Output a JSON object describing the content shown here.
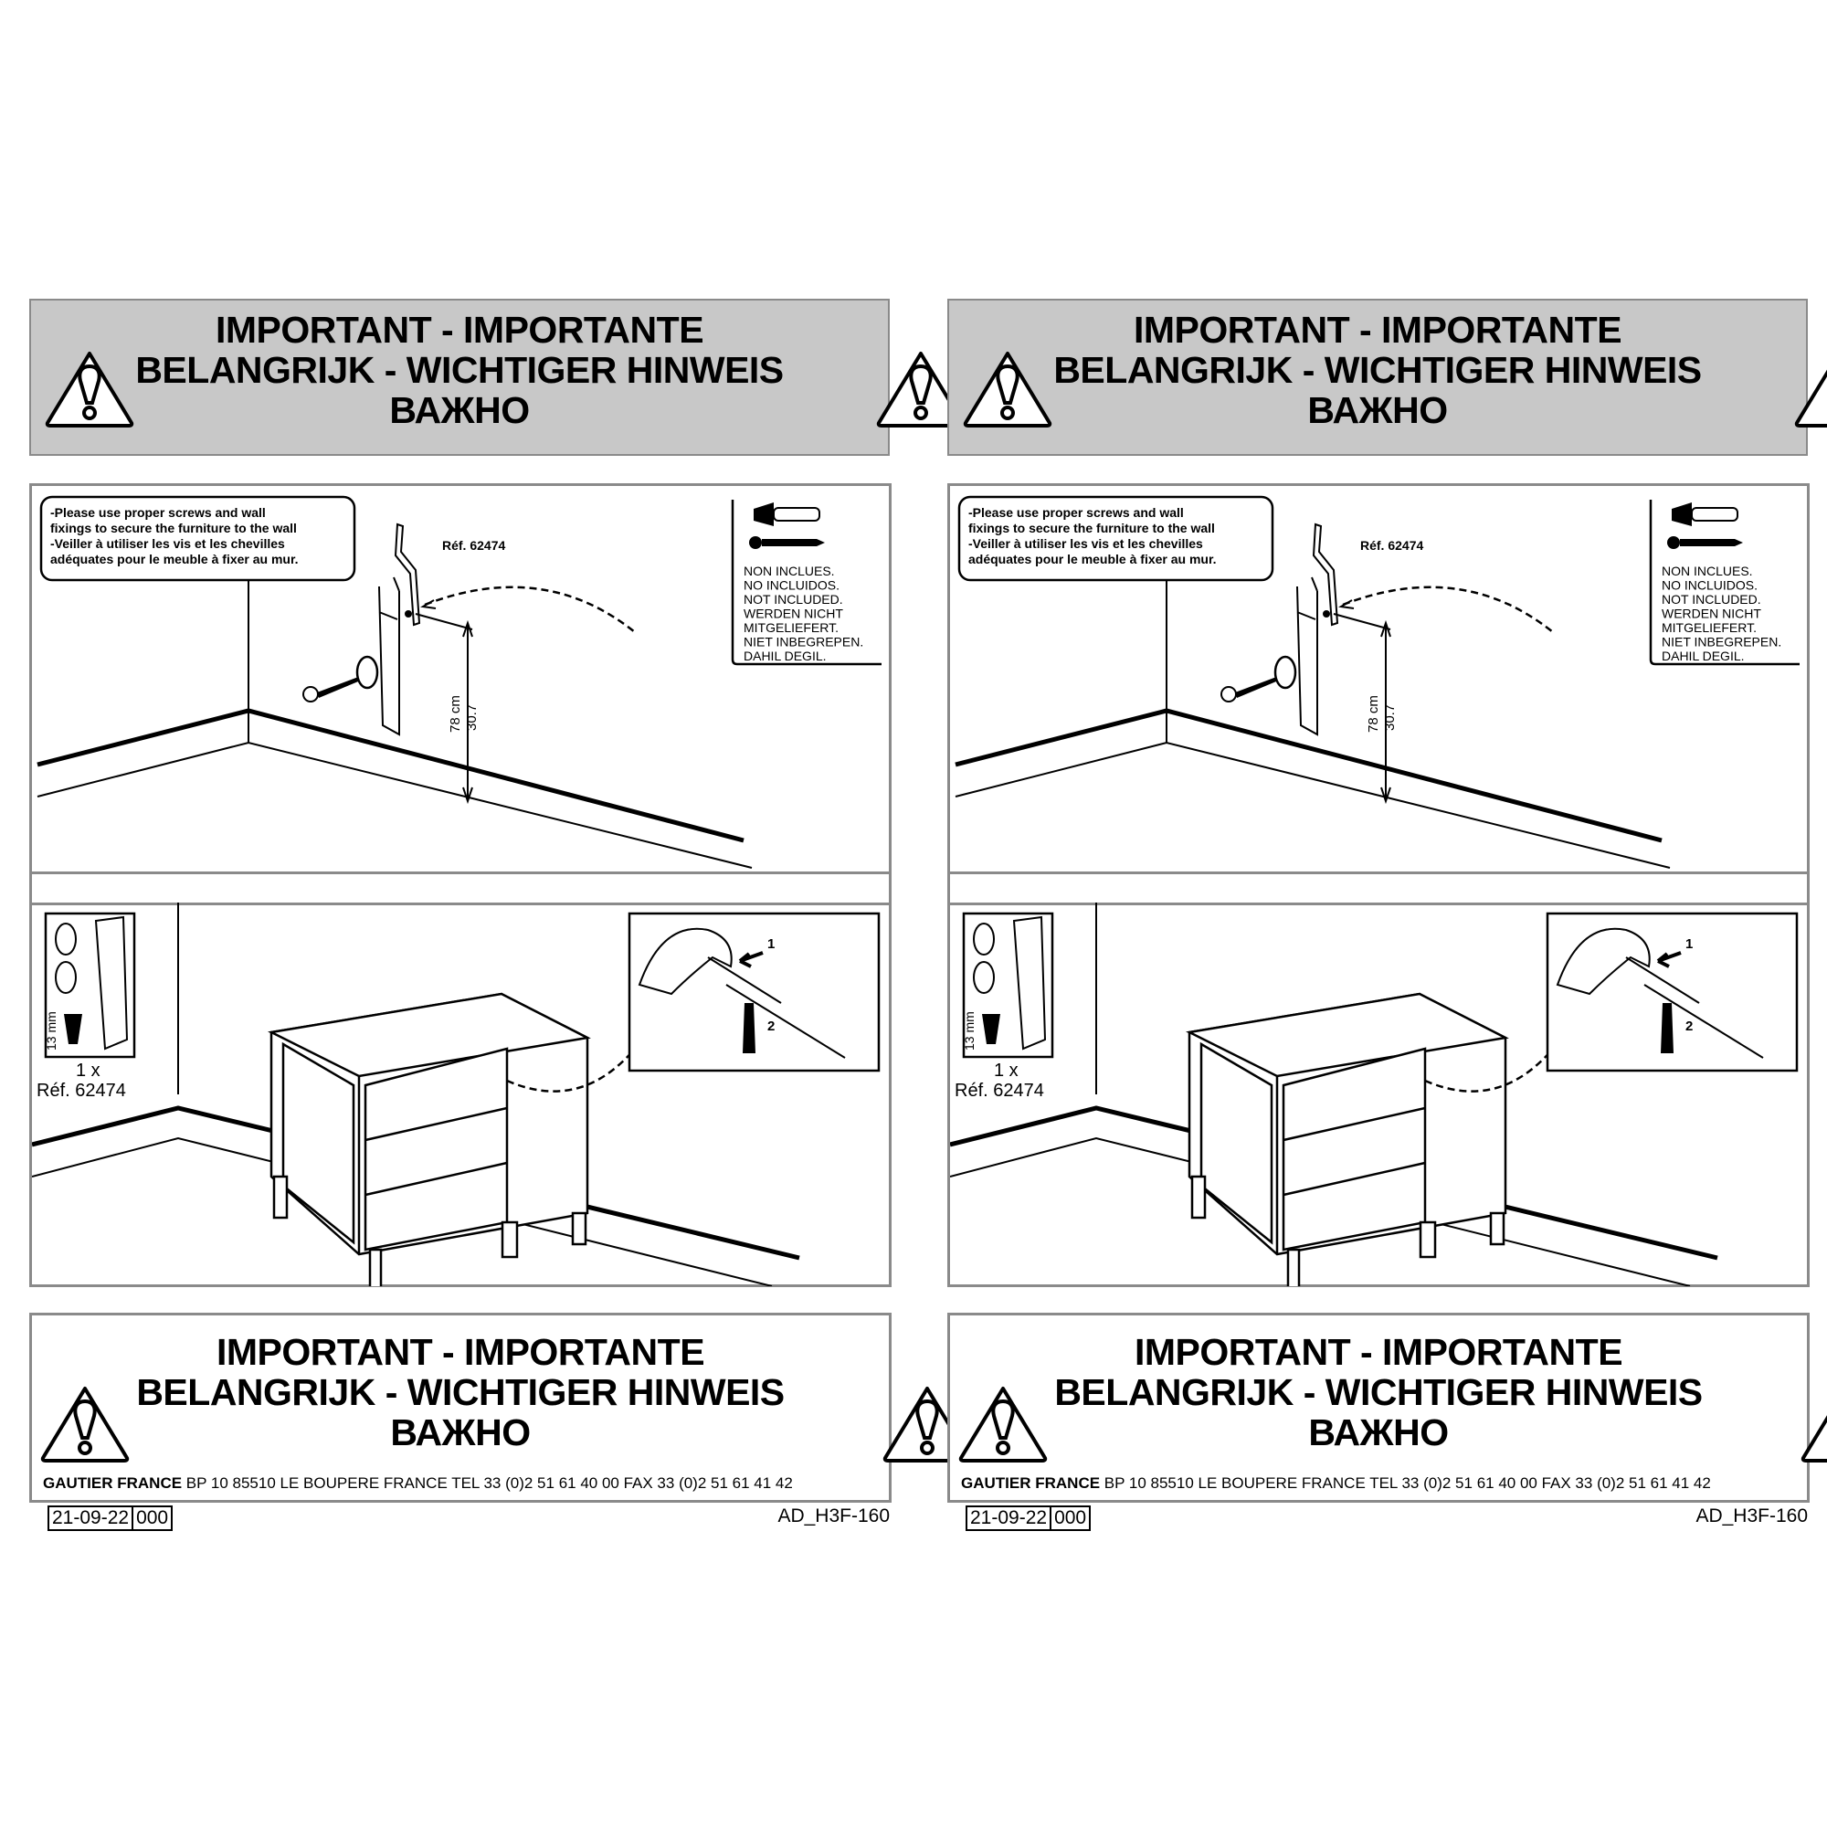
{
  "pages": [
    {
      "header": {
        "line1": "IMPORTANT - IMPORTANTE",
        "line2": "BELANGRIJK - WICHTIGER HINWEIS",
        "line3": "ВАЖНО"
      },
      "step1": {
        "callout": [
          "-Please use proper screws and wall",
          "fixings to secure the furniture to the wall",
          "-Veiller à utiliser les vis et les chevilles",
          " adéquates pour le meuble à fixer au mur."
        ],
        "ref": "Réf. 62474",
        "height_cm": "78 cm",
        "height_in": "30.7",
        "not_included": [
          "NON INCLUES.",
          "NO INCLUIDOS.",
          "NOT INCLUDED.",
          "WERDEN NICHT",
          "MITGELIEFERT.",
          "NIET INBEGREPEN.",
          "DAHIL DEGIL."
        ]
      },
      "step2": {
        "screw_length": "13 mm",
        "quantity": "1 x",
        "ref": "Réf. 62474",
        "arrow1": "1",
        "arrow2": "2"
      },
      "footer": {
        "line1": "IMPORTANT - IMPORTANTE",
        "line2": "BELANGRIJK - WICHTIGER HINWEIS",
        "line3": "ВАЖНО",
        "company": "GAUTIER FRANCE",
        "address": "BP 10    85510 LE BOUPERE FRANCE TEL 33 (0)2 51 61 40 00 FAX 33 (0)2 51 61 41 42"
      },
      "date": "21-09-22",
      "revision": "000",
      "doc_code": "AD_H3F-160"
    },
    {
      "header": {
        "line1": "IMPORTANT - IMPORTANTE",
        "line2": "BELANGRIJK - WICHTIGER HINWEIS",
        "line3": "ВАЖНО"
      },
      "step1": {
        "callout": [
          "-Please use proper screws and wall",
          "fixings to secure the furniture to the wall",
          "-Veiller à utiliser les vis et les chevilles",
          " adéquates pour le meuble à fixer au mur."
        ],
        "ref": "Réf. 62474",
        "height_cm": "78 cm",
        "height_in": "30.7",
        "not_included": [
          "NON INCLUES.",
          "NO INCLUIDOS.",
          "NOT INCLUDED.",
          "WERDEN NICHT",
          "MITGELIEFERT.",
          "NIET INBEGREPEN.",
          "DAHIL DEGIL."
        ]
      },
      "step2": {
        "screw_length": "13 mm",
        "quantity": "1 x",
        "ref": "Réf. 62474",
        "arrow1": "1",
        "arrow2": "2"
      },
      "footer": {
        "line1": "IMPORTANT - IMPORTANTE",
        "line2": "BELANGRIJK - WICHTIGER HINWEIS",
        "line3": "ВАЖНО",
        "company": "GAUTIER FRANCE",
        "address": "BP 10    85510 LE BOUPERE FRANCE TEL 33 (0)2 51 61 40 00 FAX 33 (0)2 51 61 41 42"
      },
      "date": "21-09-22",
      "revision": "000",
      "doc_code": "AD_H3F-160"
    }
  ]
}
